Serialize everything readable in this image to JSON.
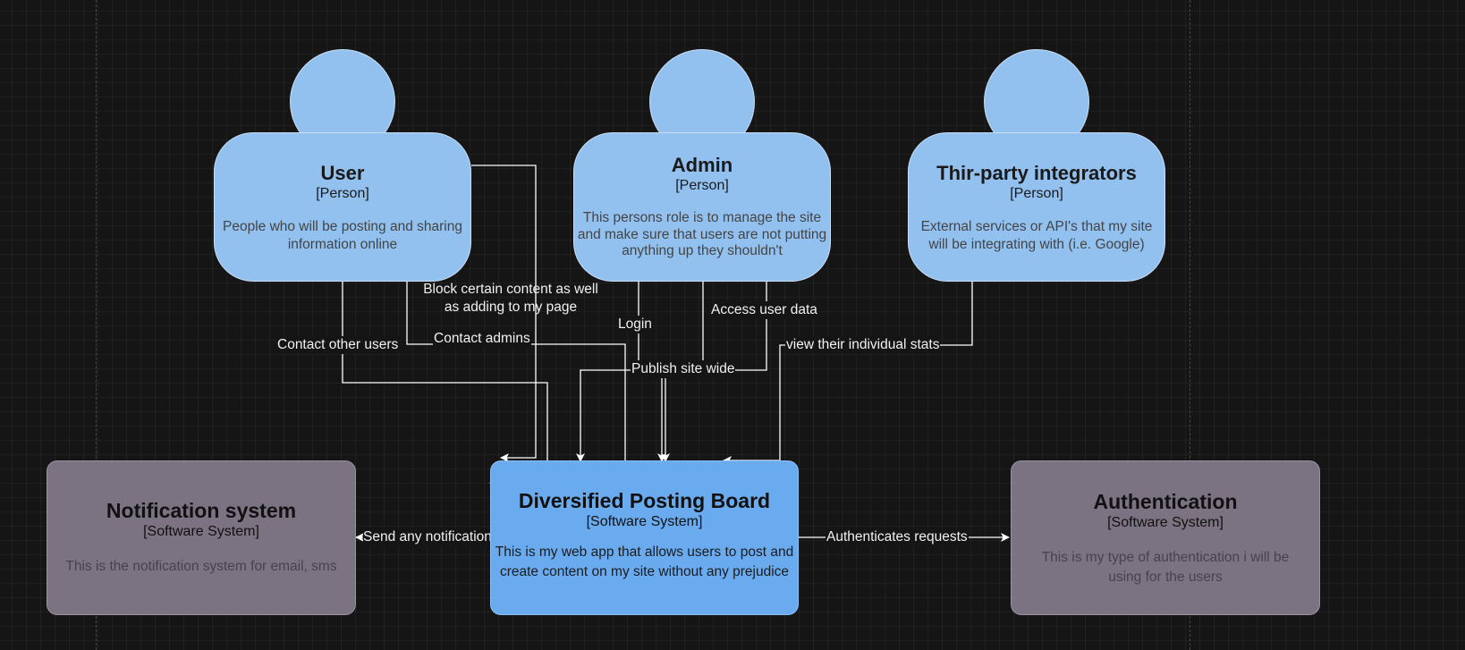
{
  "persons": {
    "user": {
      "name": "User",
      "type": "[Person]",
      "description": "People who will be posting and sharing information online"
    },
    "admin": {
      "name": "Admin",
      "type": "[Person]",
      "description": "This persons role is to manage the site and make sure that users are not putting anything up they shouldn't"
    },
    "integrators": {
      "name": "Thir-party integrators",
      "type": "[Person]",
      "description": "External services or API's that my site will be integrating with (i.e. Google)"
    }
  },
  "systems": {
    "main": {
      "name": "Diversified Posting Board",
      "type": "[Software System]",
      "description": "This is my web app that allows users to post and create content on my site without any prejudice"
    },
    "notification": {
      "name": "Notification system",
      "type": "[Software System]",
      "description": "This is the notification system for email, sms"
    },
    "auth": {
      "name": "Authentication",
      "type": "[Software System]",
      "description": "This is my type of authentication i will be using for the users"
    }
  },
  "relationships": {
    "block_content": "Block certain content as well as adding to my page",
    "contact_users": "Contact other users",
    "contact_admins": "Contact admins",
    "login": "Login",
    "access_data": "Access user data",
    "publish": "Publish site wide",
    "view_stats": "view their individual stats",
    "send_notifications": "Send any notifications",
    "authenticates": "Authenticates requests"
  },
  "colors": {
    "canvas": "#151515",
    "person_fill": "#92c1f0",
    "main_system_fill": "#6aabf0",
    "external_system_fill": "#7b7282",
    "connector": "#ffffff"
  }
}
